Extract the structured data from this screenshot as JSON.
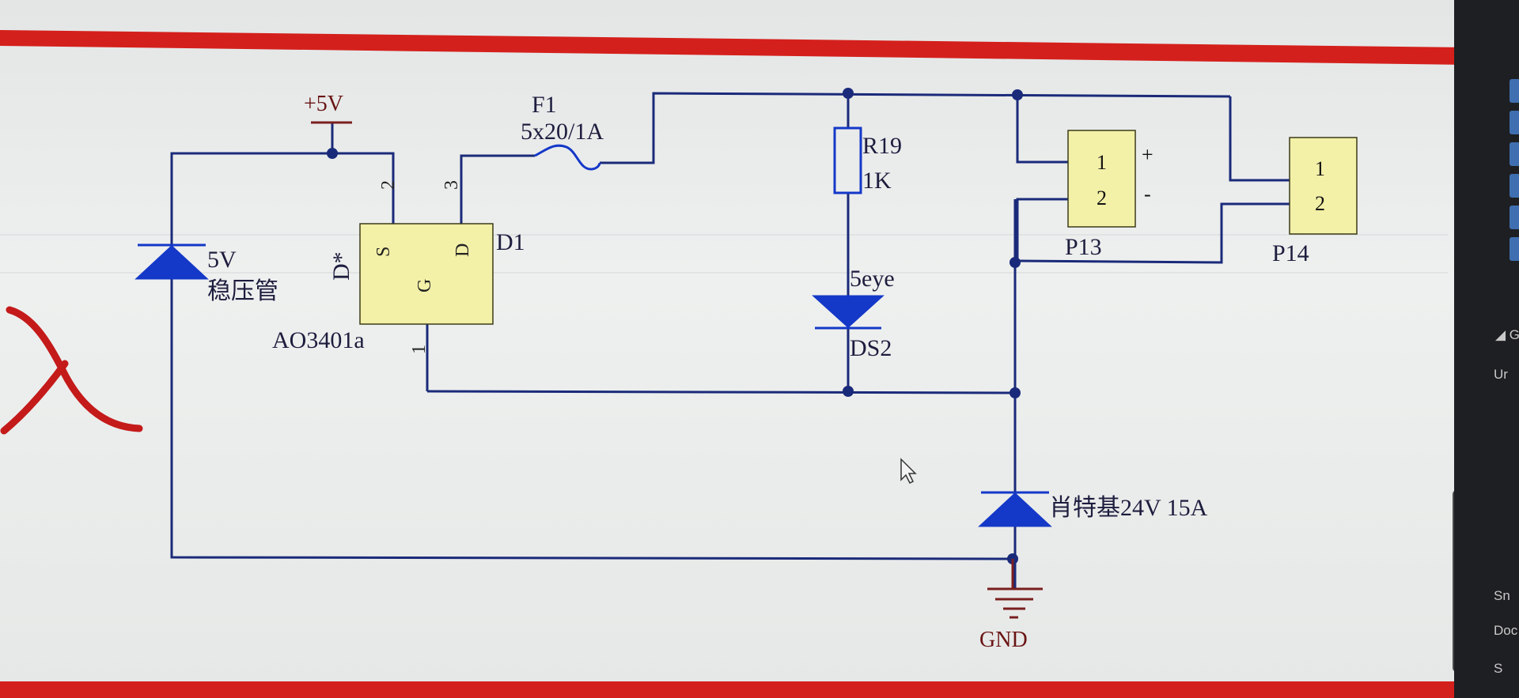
{
  "schematic": {
    "labels": {
      "vcc": "+5V",
      "fuse_ref": "F1",
      "fuse_value": "5x20/1A",
      "resistor_ref": "R19",
      "resistor_value": "1K",
      "zener_value": "5V",
      "zener_desc": "稳压管",
      "mosfet_ref": "D1",
      "mosfet_designator": "D*",
      "mosfet_part": "AO3401a",
      "mosfet_pin_s": "S",
      "mosfet_pin_d": "D",
      "mosfet_pin_g": "G",
      "mosfet_pin_num_2": "2",
      "mosfet_pin_num_3": "3",
      "mosfet_pin_num_1": "1",
      "led_value": "5eye",
      "led_ref": "DS2",
      "schottky_desc": "肖特基24V 15A",
      "gnd": "GND",
      "p13_ref": "P13",
      "p13_pin1": "1",
      "p13_pin2": "2",
      "p13_plus": "+",
      "p13_minus": "-",
      "p14_ref": "P14",
      "p14_pin1": "1",
      "p14_pin2": "2",
      "handwriting": "入"
    }
  },
  "side_panel": {
    "items": [
      "G",
      "Ur",
      "Sn",
      "Doc",
      "S"
    ]
  },
  "colors": {
    "wire": "#1a2a7a",
    "component_fill": "#f3f0a8",
    "symbol_blue": "#1438c8",
    "power_red": "#7a1f1f",
    "border_red": "#d4201c"
  }
}
